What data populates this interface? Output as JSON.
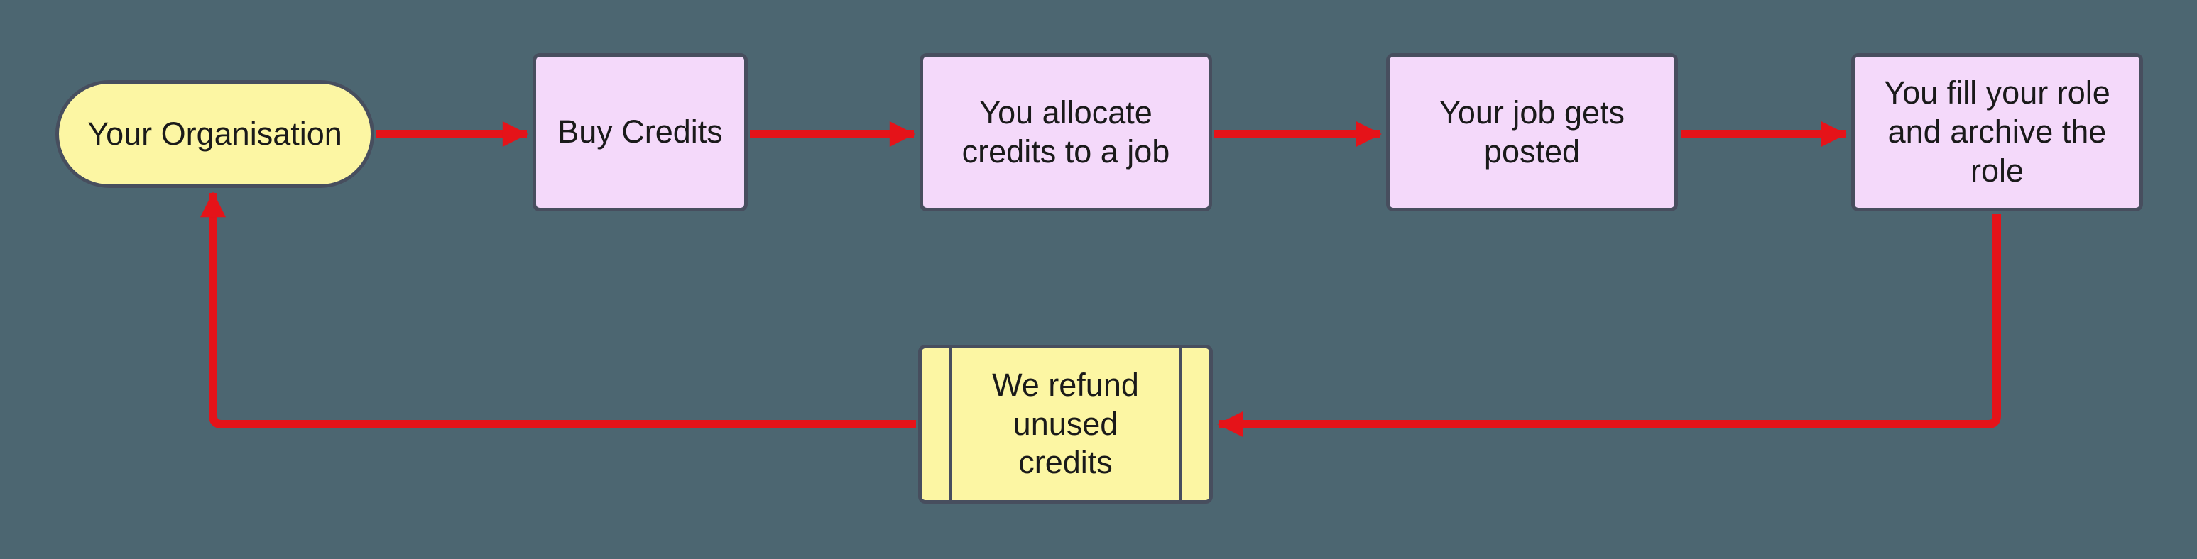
{
  "diagram": {
    "type": "flowchart",
    "background_color": "#4c6671",
    "colors": {
      "arrow": "#e51319",
      "node_border": "#474e5e",
      "process_fill": "#f4d9fa",
      "terminal_fill": "#fcf6a3",
      "subroutine_fill": "#fcf6a3",
      "text": "#1a1a1a"
    },
    "nodes": {
      "organisation": {
        "label": "Your Organisation",
        "shape": "stadium"
      },
      "buy_credits": {
        "label": "Buy Credits",
        "shape": "rectangle"
      },
      "allocate": {
        "label": "You allocate\ncredits to a job",
        "shape": "rectangle"
      },
      "posted": {
        "label": "Your job gets\nposted",
        "shape": "rectangle"
      },
      "fill_role": {
        "label": "You fill your role\nand archive the\nrole",
        "shape": "rectangle"
      },
      "refund": {
        "label": "We refund\nunused\ncredits",
        "shape": "subroutine"
      }
    },
    "edges": [
      {
        "from": "organisation",
        "to": "buy_credits"
      },
      {
        "from": "buy_credits",
        "to": "allocate"
      },
      {
        "from": "allocate",
        "to": "posted"
      },
      {
        "from": "posted",
        "to": "fill_role"
      },
      {
        "from": "fill_role",
        "to": "refund"
      },
      {
        "from": "refund",
        "to": "organisation"
      }
    ]
  }
}
